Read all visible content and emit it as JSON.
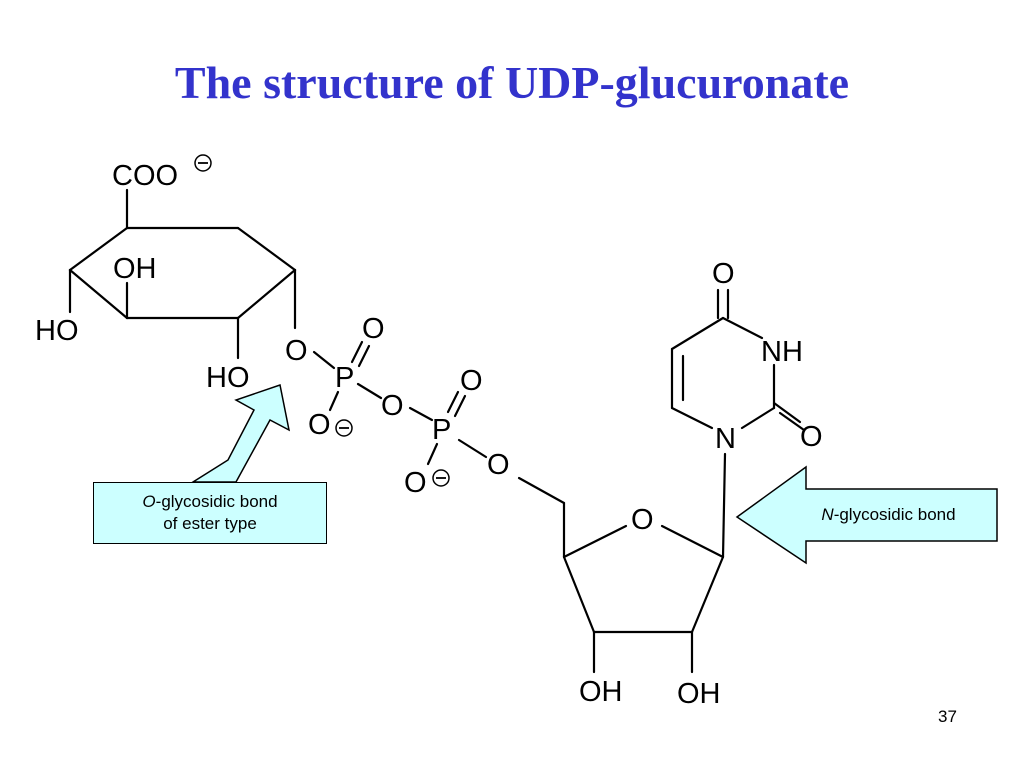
{
  "slide": {
    "title": "The structure of UDP-glucuronate",
    "number": "37"
  },
  "labels": {
    "coo": "COO",
    "ring_oh_top": "OH",
    "ring_ho_left": "HO",
    "ring_ho_bottom": "HO",
    "o_link1": "O",
    "p1": "P",
    "p1_dbl_o": "O",
    "p1_o_minus": "O",
    "o_bridge": "O",
    "p2": "P",
    "p2_dbl_o": "O",
    "p2_o_minus": "O",
    "o_link2": "O",
    "ribose_o": "O",
    "ribose_oh1": "OH",
    "ribose_oh2": "OH",
    "uracil_o_top": "O",
    "uracil_nh": "NH",
    "uracil_o_right": "O",
    "uracil_n": "N"
  },
  "callouts": {
    "o_bond_italic": "O",
    "o_bond_line1": "-glycosidic bond",
    "o_bond_line2": "of ester type",
    "n_bond_italic": "N",
    "n_bond_text": "-glycosidic bond"
  },
  "colors": {
    "title": "#3333cc",
    "callout_fill": "#ccffff"
  }
}
